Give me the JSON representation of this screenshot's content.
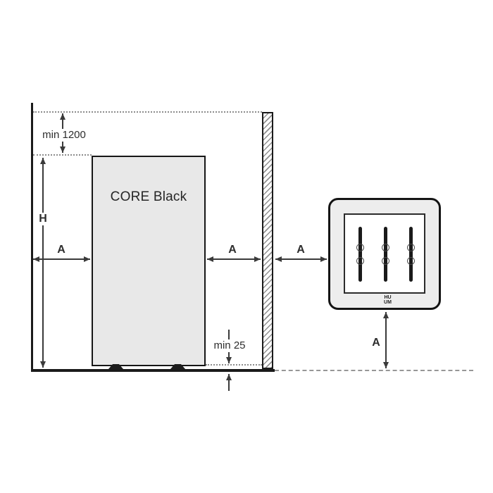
{
  "diagram": {
    "side_view": {
      "product_label": "CORE Black",
      "height_label": "H",
      "ceiling_clearance": "min 1200",
      "floor_clearance": "min 25",
      "side_clearance": "A"
    },
    "top_view": {
      "side_clearance": "A",
      "brand_line1": "HU",
      "brand_line2": "UM",
      "element_count": 3
    },
    "colors": {
      "outline": "#1a1a1a",
      "heater_fill": "#e8e8e8",
      "top_view_fill": "#ededed",
      "dimension_line": "#3a3a3a",
      "guide_line": "#8c8c8c"
    }
  }
}
